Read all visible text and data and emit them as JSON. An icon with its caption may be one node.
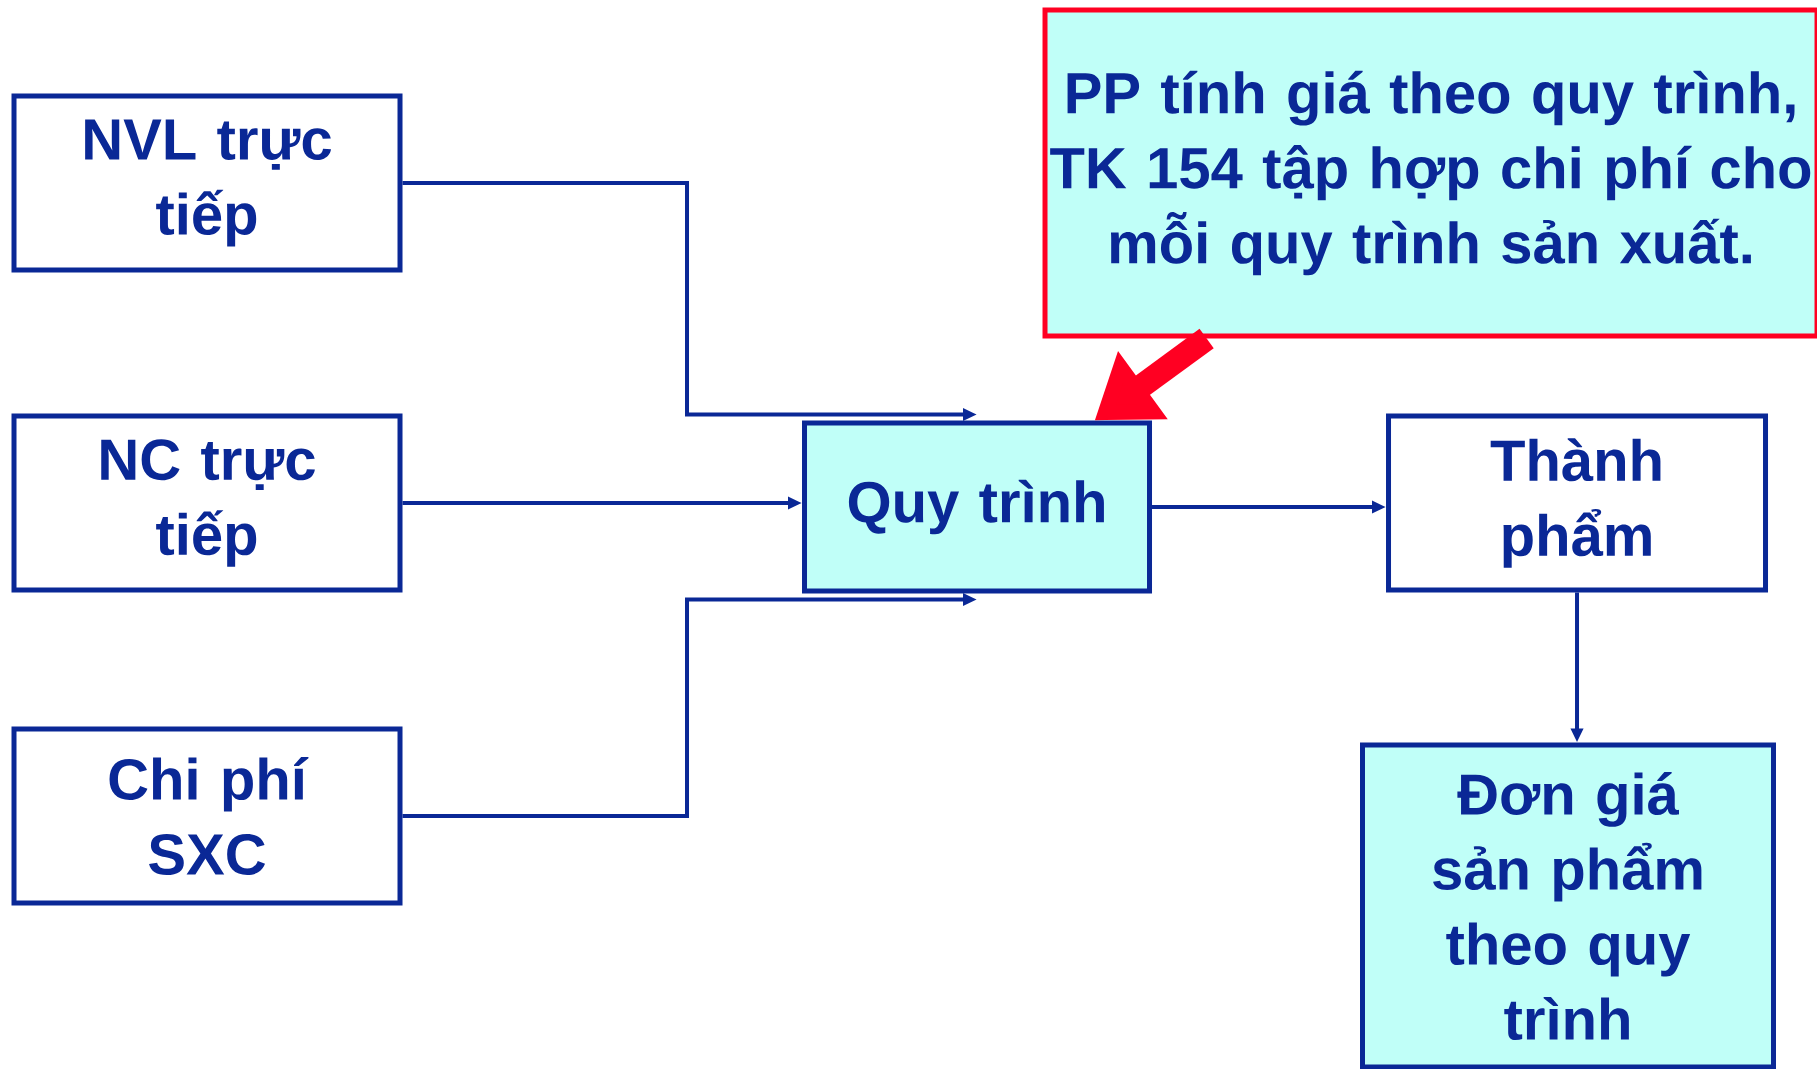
{
  "diagram": {
    "nodes": [
      {
        "text": [
          "NVL trực tiếp"
        ]
      },
      {
        "text": [
          "NC trực tiếp"
        ]
      },
      {
        "text": [
          "Chi phí SXC"
        ]
      },
      {
        "text": [
          "Quy trình"
        ]
      },
      {
        "text": [
          "Thành phẩm"
        ]
      },
      {
        "text": [
          "Đơn giá sản phẩm theo quy trình"
        ]
      },
      {
        "text": [
          "PP tính giá theo quy trình, TK 154 tập hợp chi phí cho mỗi quy trình sản xuất."
        ]
      }
    ],
    "edges": [
      {
        "from": 0,
        "to": 3,
        "arrow": "to"
      },
      {
        "from": 1,
        "to": 3,
        "arrow": "to"
      },
      {
        "from": 2,
        "to": 3,
        "arrow": "to"
      },
      {
        "from": 3,
        "to": 4,
        "arrow": "to"
      },
      {
        "from": 4,
        "to": 5,
        "arrow": "to"
      },
      {
        "from": 6,
        "to": 3,
        "arrow": "to",
        "style": "thick",
        "color": "#ff0022"
      }
    ]
  }
}
